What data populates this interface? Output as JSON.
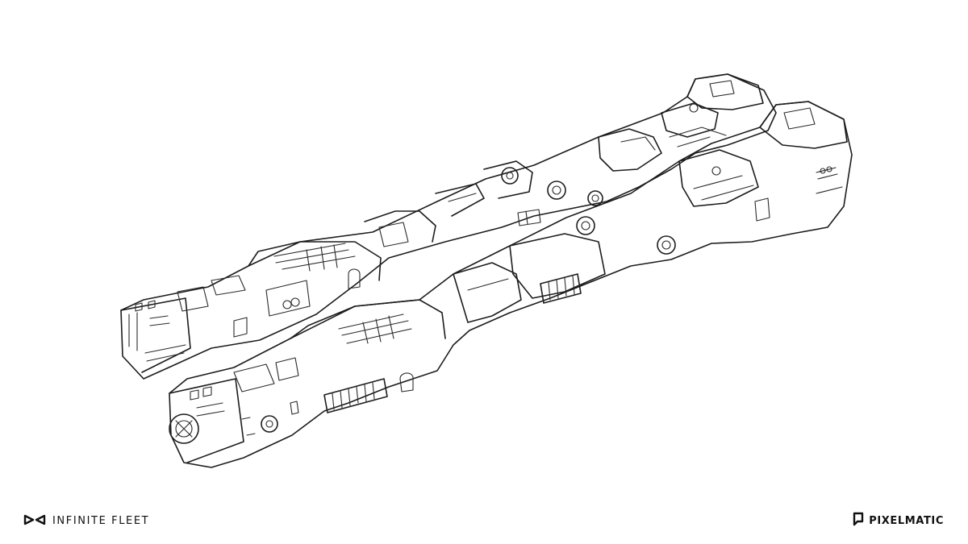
{
  "artwork": {
    "style": "line-art",
    "stroke_color": "#1c1c1c",
    "background_color": "#ffffff"
  },
  "footer": {
    "left_logo": {
      "icon": "infinity-logo-icon",
      "text": "INFINITE FLEET"
    },
    "right_logo": {
      "icon": "pixelmatic-logo-icon",
      "text": "PIXELMATIC"
    }
  }
}
